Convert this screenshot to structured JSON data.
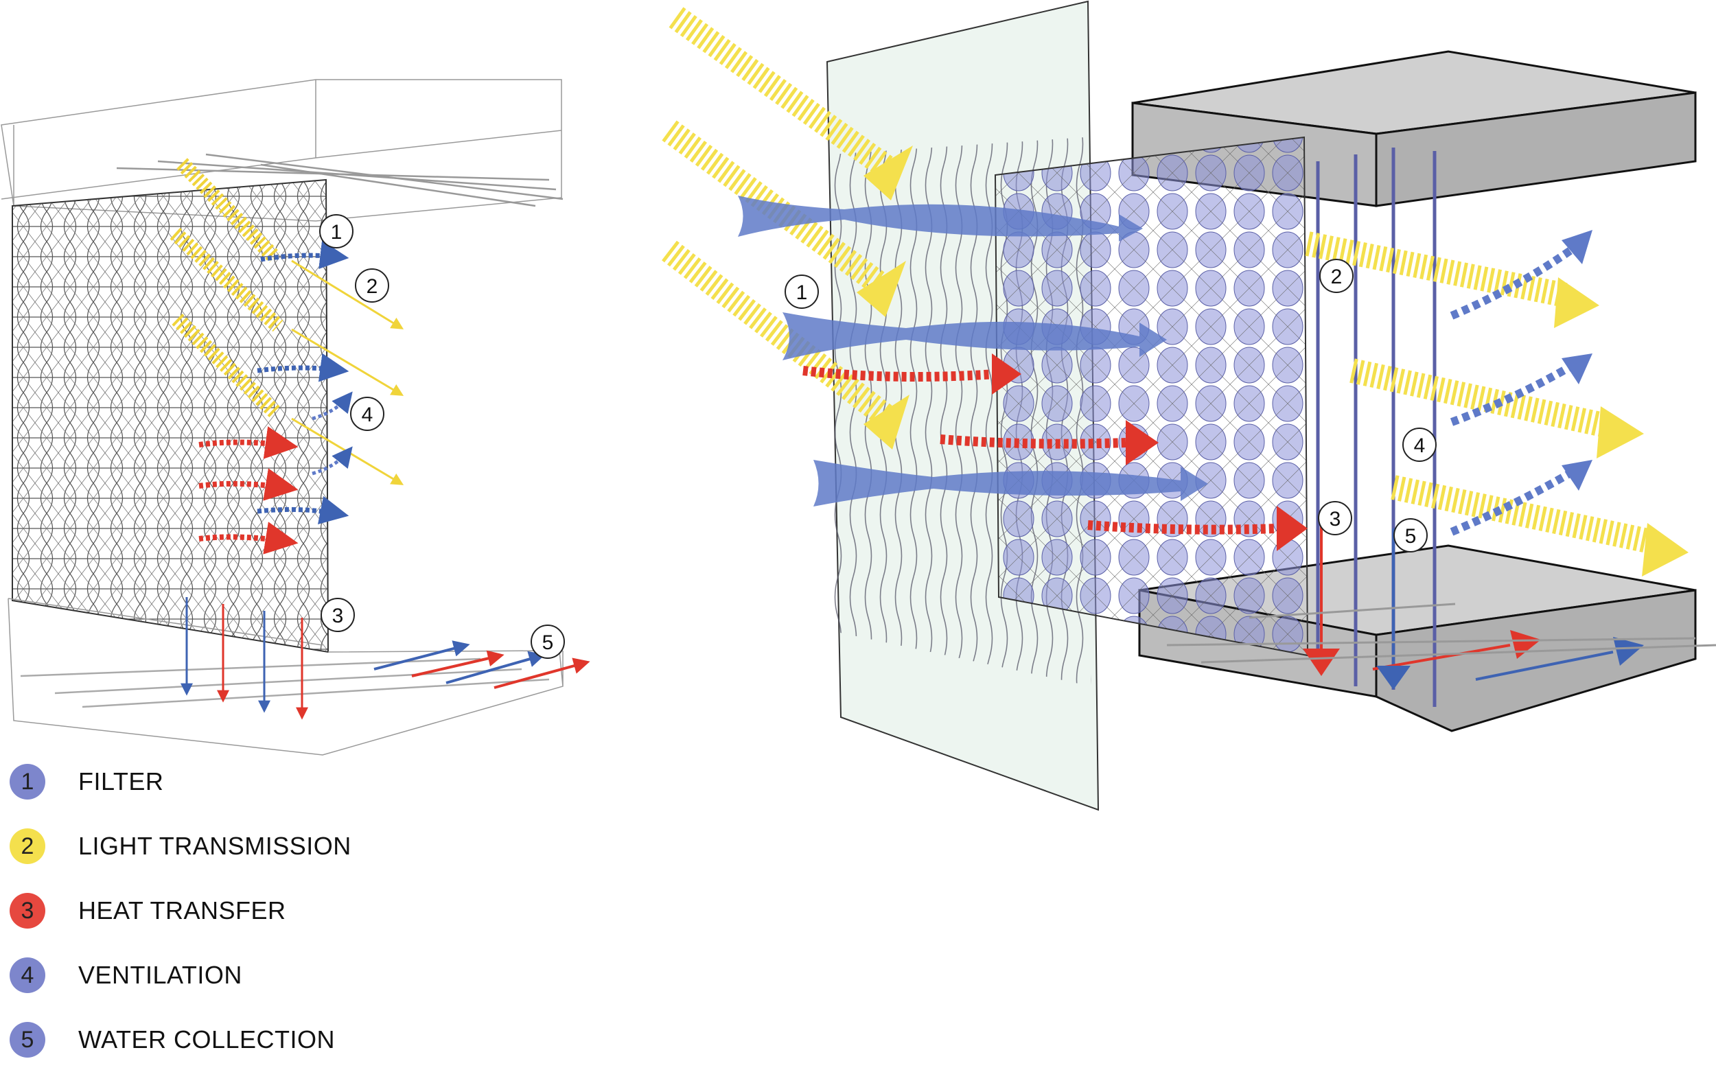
{
  "colors": {
    "filter": "#7d86cc",
    "light": "#f4e04d",
    "heat": "#e6483f",
    "ventilation": "#7d86cc",
    "water": "#7d86cc",
    "air_arrow": "#5f7ac8",
    "blue_line": "#3e63b3",
    "red_line": "#e0362b",
    "structure": "#444444",
    "box_fill": "#bfbfbf",
    "glass_fill": "#e8f2ec"
  },
  "callouts": {
    "left": [
      "1",
      "2",
      "3",
      "4",
      "5"
    ],
    "right": [
      "1",
      "2",
      "3",
      "4",
      "5"
    ]
  },
  "legend": [
    {
      "number": "1",
      "label": "FILTER",
      "color": "#7d86cc",
      "icon": "filter-dot"
    },
    {
      "number": "2",
      "label": "LIGHT TRANSMISSION",
      "color": "#f4e04d",
      "icon": "light-dot"
    },
    {
      "number": "3",
      "label": "HEAT TRANSFER",
      "color": "#e6483f",
      "icon": "heat-dot"
    },
    {
      "number": "4",
      "label": "VENTILATION",
      "color": "#7d86cc",
      "icon": "ventilation-dot"
    },
    {
      "number": "5",
      "label": "WATER COLLECTION",
      "color": "#7d86cc",
      "icon": "water-dot"
    }
  ]
}
